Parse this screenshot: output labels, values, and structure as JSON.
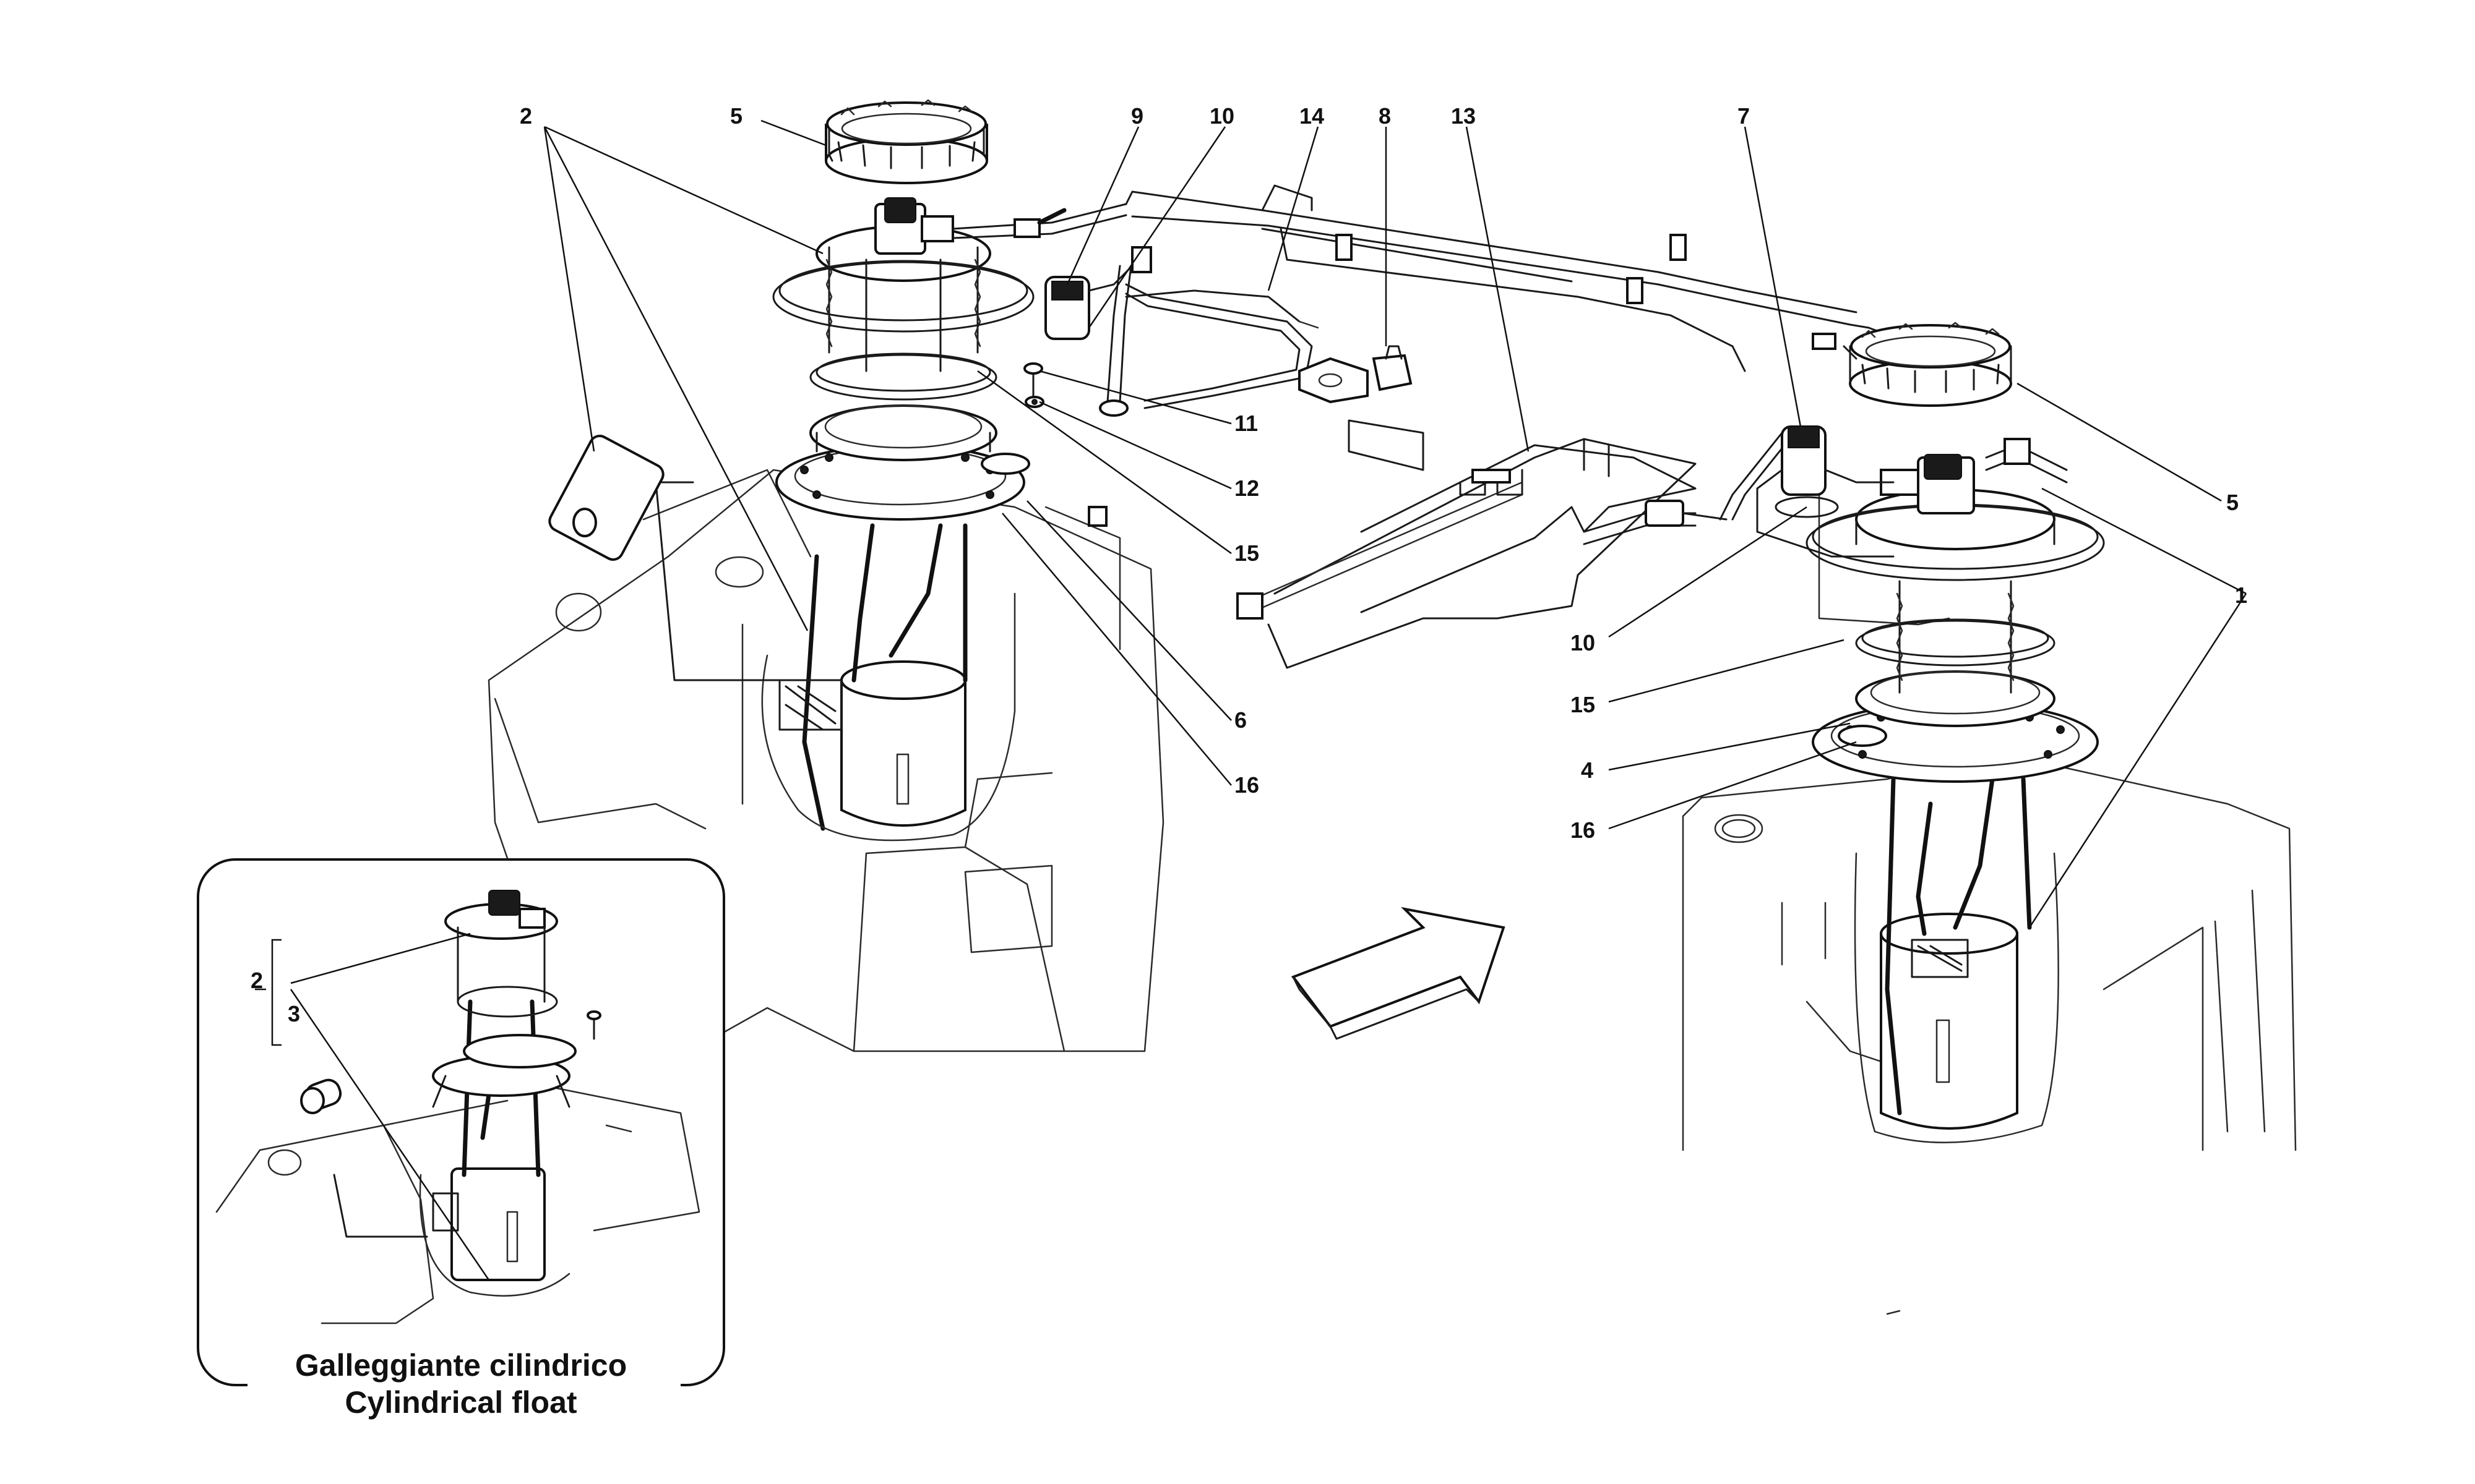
{
  "callouts": {
    "c2_top": "2",
    "c5_top": "5",
    "c9": "9",
    "c10_top": "10",
    "c14": "14",
    "c8": "8",
    "c13": "13",
    "c7": "7",
    "c11": "11",
    "c12": "12",
    "c15_left": "15",
    "c6": "6",
    "c16_left": "16",
    "c5_right": "5",
    "c1": "1",
    "c10_right": "10",
    "c15_right": "15",
    "c4": "4",
    "c16_right": "16",
    "c2_inset": "2",
    "c3_inset": "3"
  },
  "inset": {
    "caption_it": "Galleggiante cilindrico",
    "caption_en": "Cylindrical float"
  }
}
